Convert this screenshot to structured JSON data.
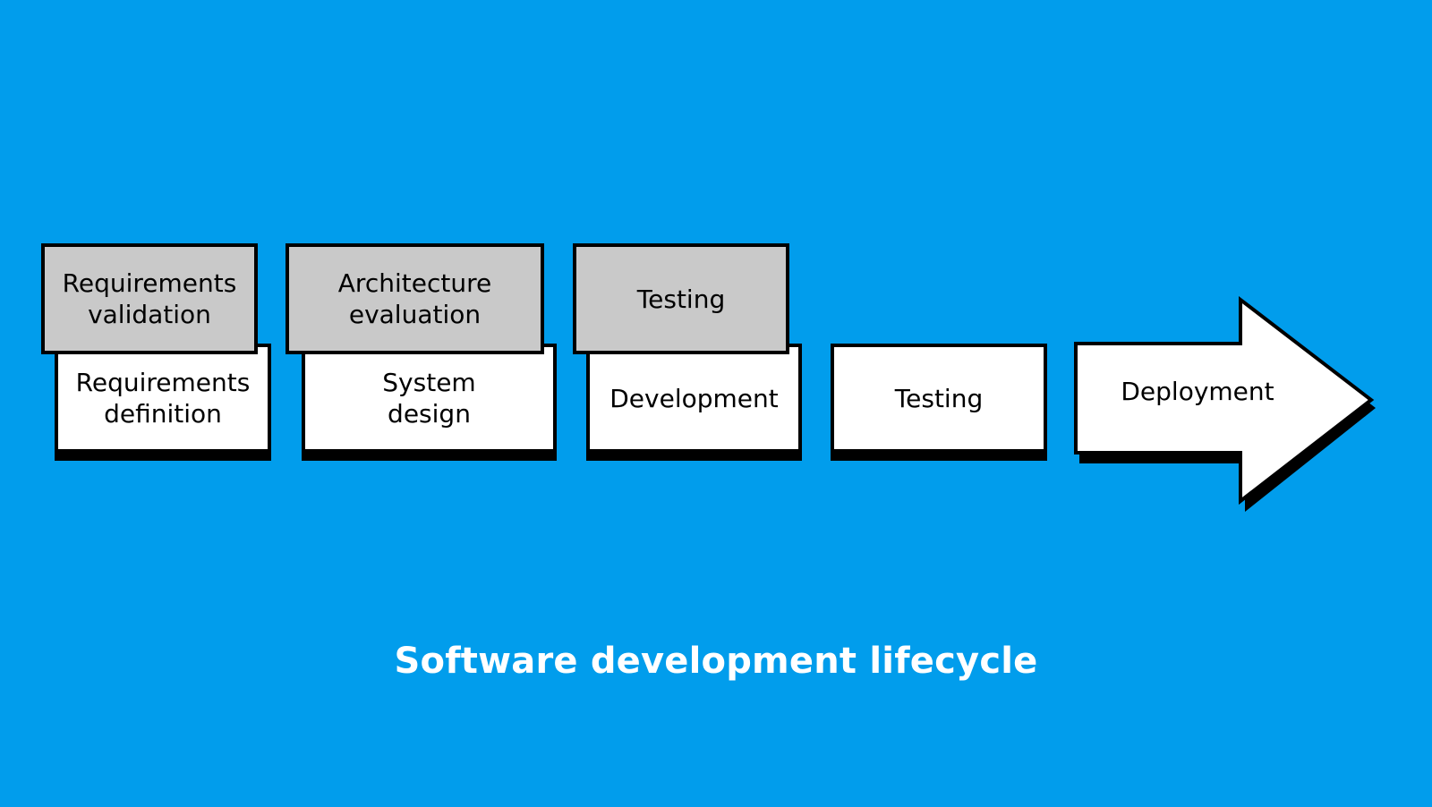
{
  "colors": {
    "background": "#019dec",
    "stage_fill": "#ffffff",
    "review_fill": "#c9c9c9",
    "outline": "#000000",
    "caption_text": "#ffffff"
  },
  "diagram": {
    "stages": [
      {
        "label": "Requirements\ndefinition"
      },
      {
        "label": "System\ndesign"
      },
      {
        "label": "Development"
      },
      {
        "label": "Testing"
      },
      {
        "label": "Deployment"
      }
    ],
    "reviews": [
      {
        "label": "Requirements\nvalidation"
      },
      {
        "label": "Architecture\nevaluation"
      },
      {
        "label": "Testing"
      }
    ],
    "caption": "Software development lifecycle"
  }
}
